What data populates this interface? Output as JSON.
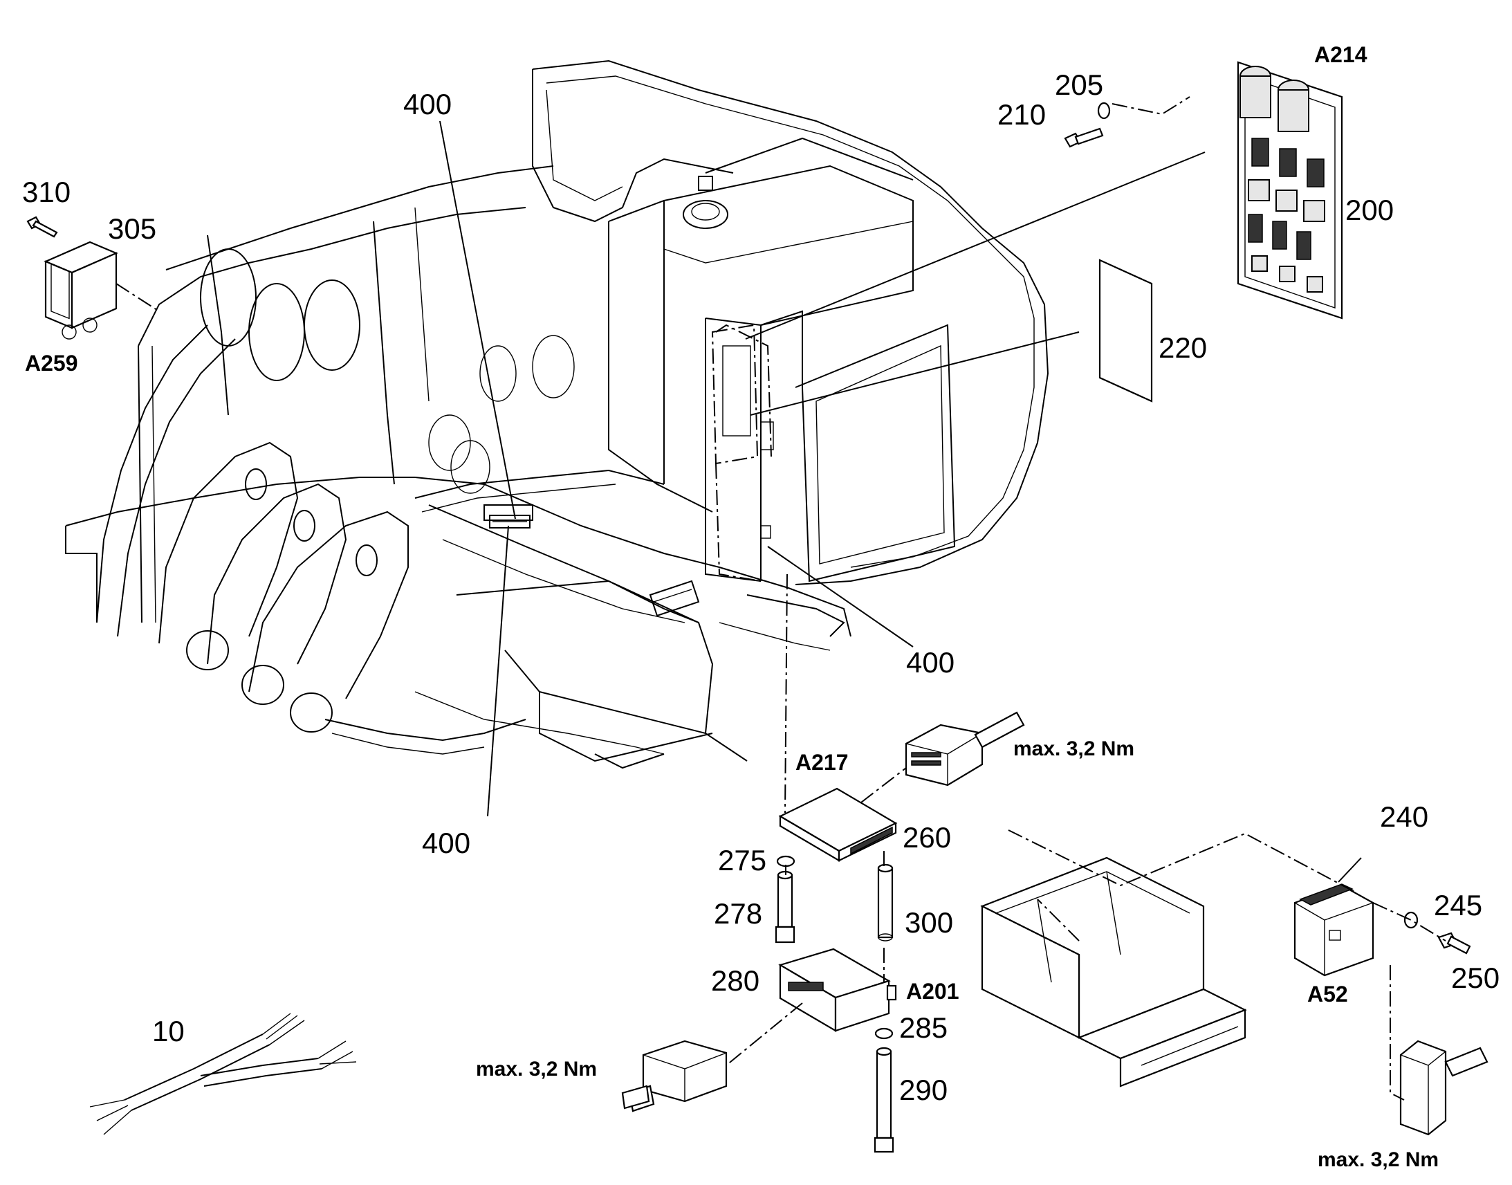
{
  "labels": {
    "n400_top": "400",
    "n205": "205",
    "n210": "210",
    "a214": "A214",
    "n310": "310",
    "n305": "305",
    "a259": "A259",
    "n200": "200",
    "n220": "220",
    "n400_right": "400",
    "n400_bottom": "400",
    "a217": "A217",
    "torque_top": "max. 3,2 Nm",
    "n260": "260",
    "n275": "275",
    "n278": "278",
    "n300": "300",
    "n280": "280",
    "a201": "A201",
    "n285": "285",
    "n290": "290",
    "n10": "10",
    "torque_left": "max. 3,2 Nm",
    "n240": "240",
    "n245": "245",
    "n250": "250",
    "a52": "A52",
    "torque_right": "max. 3,2 Nm"
  }
}
